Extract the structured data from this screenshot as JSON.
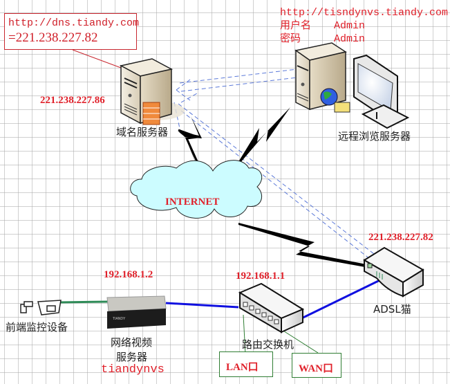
{
  "dns_box": {
    "line1": "http://dns.tiandy.com",
    "line2": "=221.238.227.82"
  },
  "remote_info": {
    "url": "http://tisndynvs.tiandy.com",
    "username_label": "用户名",
    "username_value": "Admin",
    "password_label": "密码",
    "password_value": "Admin"
  },
  "nodes": {
    "dns_server": {
      "label": "域名服务器",
      "ip": "221.238.227.86",
      "icon": "server-firewall-icon"
    },
    "remote_server": {
      "label": "远程浏览服务器",
      "icon": "web-server-icon"
    },
    "monitor": {
      "icon": "monitor-icon"
    },
    "internet": {
      "label": "INTERNET",
      "icon": "cloud-icon"
    },
    "adsl": {
      "label": "ADSL猫",
      "ip": "221.238.227.82",
      "icon": "modem-icon"
    },
    "router": {
      "label": "路由交换机",
      "ip": "192.168.1.1",
      "icon": "switch-icon"
    },
    "nvs": {
      "label_line1": "网络视频",
      "label_line2": "服务器",
      "name": "tiandynvs",
      "ip": "192.168.1.2",
      "icon": "video-server-icon"
    },
    "camera": {
      "label": "前端监控设备",
      "icon": "camera-icon"
    }
  },
  "ports": {
    "lan": "LAN口",
    "wan": "WAN口"
  },
  "colors": {
    "accent_red": "#e0202a",
    "link_blue": "#1010e0",
    "link_green": "#2e8b57",
    "cloud_fill": "#ccfcff",
    "dashed_blue": "#5a78d8"
  }
}
